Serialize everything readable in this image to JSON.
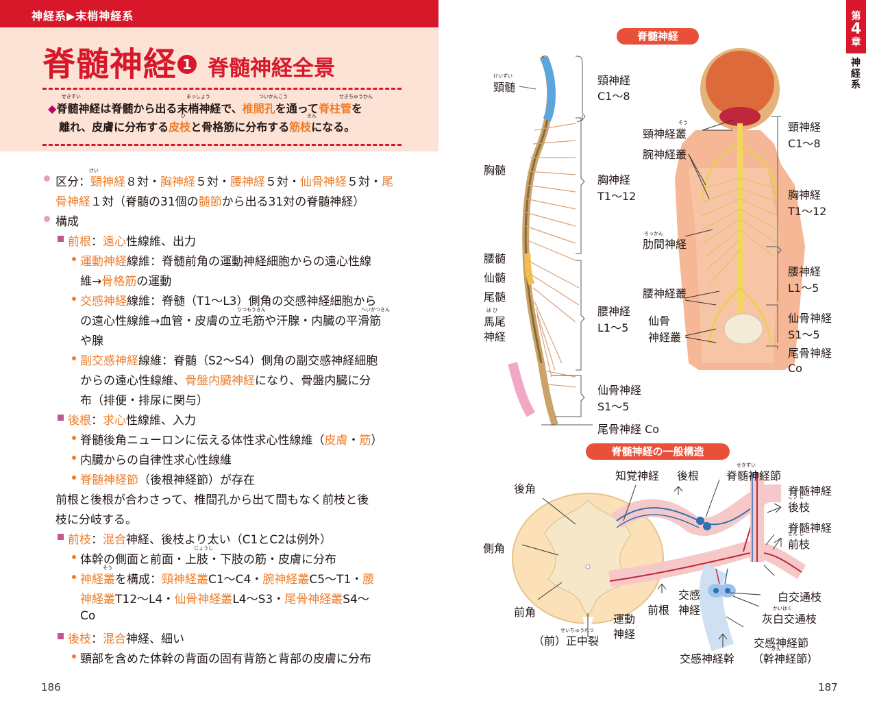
{
  "breadcrumb": "神経系▶末梢神経系",
  "title": {
    "main": "脊髄神経",
    "number": "1",
    "sub": "脊髄神経全景"
  },
  "lead": {
    "line1": {
      "a": "◆",
      "b": "脊髄神経は脊髄から出る",
      "c": "末梢神経",
      "d": "で、",
      "e": "椎間孔",
      "f": "を通って",
      "g": "脊柱管",
      "h": "を"
    },
    "line2": {
      "a": "離れ、皮膚に分布する",
      "b": "皮枝",
      "c": "と骨格筋に分布する",
      "d": "筋枝",
      "e": "になる。"
    },
    "ruby": {
      "sekizui": "せきずい",
      "masshou": "まっしょう",
      "tsuikankou": "ついかんこう",
      "sekichuukan": "せきちゅうかん",
      "hi": "ひ",
      "kin": "きん"
    }
  },
  "body": {
    "l1": {
      "a": "区分：",
      "b": "頸神経",
      "c": "８対・",
      "d": "胸神経",
      "e": "５対・",
      "f": "腰神経",
      "g": "５対・",
      "h": "仙骨神経",
      "i": "５対・",
      "j": "尾"
    },
    "l1_ruby": "けい",
    "l2": {
      "a": "骨神経",
      "b": "１対（脊髄の31個の",
      "c": "髄節",
      "d": "から出る31対の脊髄神経）"
    },
    "l3": "構成",
    "l4": {
      "a": "前根",
      "b": "：",
      "c": "遠心",
      "d": "性線維、出力"
    },
    "l5": {
      "a": "運動神経",
      "b": "線維：脊髄前角の運動神経細胞からの遠心性線"
    },
    "l6": {
      "a": "維→",
      "b": "骨格筋",
      "c": "の運動"
    },
    "l7": {
      "a": "交感神経",
      "b": "線維：脊髄（T1〜L3）側角の交感神経細胞から"
    },
    "l8": "の遠心性線維→血管・皮膚の立毛筋や汗腺・内臓の平滑筋",
    "l8_ruby": {
      "r1": "りつもうきん",
      "r2": "へいかつきん"
    },
    "l9": "や腺",
    "l10": {
      "a": "副交感神経",
      "b": "線維：脊髄（S2〜S4）側角の副交感神経細胞"
    },
    "l11": {
      "a": "からの遠心性線維、",
      "b": "骨盤内臓神経",
      "c": "になり、骨盤内臓に分"
    },
    "l12": "布（排便・排尿に関与）",
    "l13": {
      "a": "後根",
      "b": "：",
      "c": "求心",
      "d": "性線維、入力"
    },
    "l14": {
      "a": "脊髄後角ニューロンに伝える体性求心性線維（",
      "b": "皮膚",
      "c": "・",
      "d": "筋",
      "e": "）"
    },
    "l15": "内臓からの自律性求心性線維",
    "l16": {
      "a": "脊髄神経節",
      "b": "（後根神経節）が存在"
    },
    "l17": "前根と後根が合わさって、椎間孔から出て間もなく前枝と後",
    "l18": "枝に分岐する。",
    "l19": {
      "a": "前枝",
      "b": "：",
      "c": "混合",
      "d": "神経、後枝より太い（C1とC2は例外）"
    },
    "l20": "体幹の側面と前面・上肢・下肢の筋・皮膚に分布",
    "l20_ruby": "じょうし",
    "l21": {
      "a": "神経叢",
      "b": "を構成：",
      "c": "頸神経叢",
      "d": "C1〜C4・",
      "e": "腕神経叢",
      "f": "C5〜T1・",
      "g": "腰"
    },
    "l21_ruby": "そう",
    "l22": {
      "a": "神経叢",
      "b": "T12〜L4・",
      "c": "仙骨神経叢",
      "d": "L4〜S3・",
      "e": "尾骨神経叢",
      "f": "S4〜"
    },
    "l23": "Co",
    "l24": {
      "a": "後枝",
      "b": "：",
      "c": "混合",
      "d": "神経、細い"
    },
    "l25": "頸部を含めた体幹の背面の固有背筋と背部の皮膚に分布"
  },
  "pages": {
    "left": "186",
    "right": "187"
  },
  "side_tab": {
    "c1": "第",
    "c2": "4",
    "c3": "章",
    "label": "神経系"
  },
  "fig1": {
    "title": "脊髄神経",
    "left_labels": {
      "keizui": "頸髄",
      "keizui_ruby": "けいずい",
      "kyouzui": "胸髄",
      "youzui": "腰髄",
      "senzui": "仙髄",
      "bizui": "尾髄",
      "babi1": "馬尾",
      "babi2": "神経",
      "babi_ruby": "ば び"
    },
    "mid_labels": {
      "cervical1": "頸神経",
      "cervical2": "C1〜8",
      "thoracic1": "胸神経",
      "thoracic2": "T1〜12",
      "lumbar1": "腰神経",
      "lumbar2": "L1〜5",
      "sacral1": "仙骨神経",
      "sacral2": "S1〜5",
      "coccygeal": "尾骨神経 Co"
    },
    "body_labels": {
      "cervical_plexus": "頸神経叢",
      "cervical_plexus_ruby": "そう",
      "brachial_plexus": "腕神経叢",
      "intercostal": "肋間神経",
      "intercostal_ruby": "ろっかん",
      "lumbar_plexus": "腰神経叢",
      "sacral_plexus1": "仙骨",
      "sacral_plexus2": "神経叢"
    },
    "right_labels": {
      "cervical1": "頸神経",
      "cervical2": "C1〜8",
      "thoracic1": "胸神経",
      "thoracic2": "T1〜12",
      "lumbar1": "腰神経",
      "lumbar2": "L1〜5",
      "sacral1": "仙骨神経",
      "sacral2": "S1〜5",
      "coccygeal1": "尾骨神経",
      "coccygeal2": "Co"
    }
  },
  "fig2": {
    "title": "脊髄神経の一般構造",
    "labels": {
      "posterior_horn": "後角",
      "lateral_horn": "側角",
      "anterior_horn": "前角",
      "median_fissure": "（前）正中裂",
      "median_fissure_ruby": "せいちゅうれつ",
      "sensory": "知覚神経",
      "dorsal_root": "後根",
      "ganglion": "脊髄神経節",
      "ganglion_ruby": "せきずい",
      "post_branch1": "脊髄神経",
      "post_branch2": "後枝",
      "post_branch_ruby": "こう し",
      "ant_branch1": "脊髄神経",
      "ant_branch2": "前枝",
      "ant_branch_ruby": "ぜん し",
      "motor1": "運動",
      "motor2": "神経",
      "ventral_root": "前根",
      "symp1": "交感",
      "symp2": "神経",
      "white_rami": "白交通枝",
      "gray_rami": "灰白交通枝",
      "gray_rami_ruby": "かいはく",
      "symp_ganglion1": "交感神経節",
      "symp_ganglion2": "（幹神経節）",
      "symp_ganglion_ruby": "かん",
      "symp_trunk": "交感神経幹"
    }
  },
  "colors": {
    "accent": "#d7182a",
    "highlight": "#ef7d2a",
    "panel": "#fce3d6",
    "pill": "#e8503a"
  }
}
